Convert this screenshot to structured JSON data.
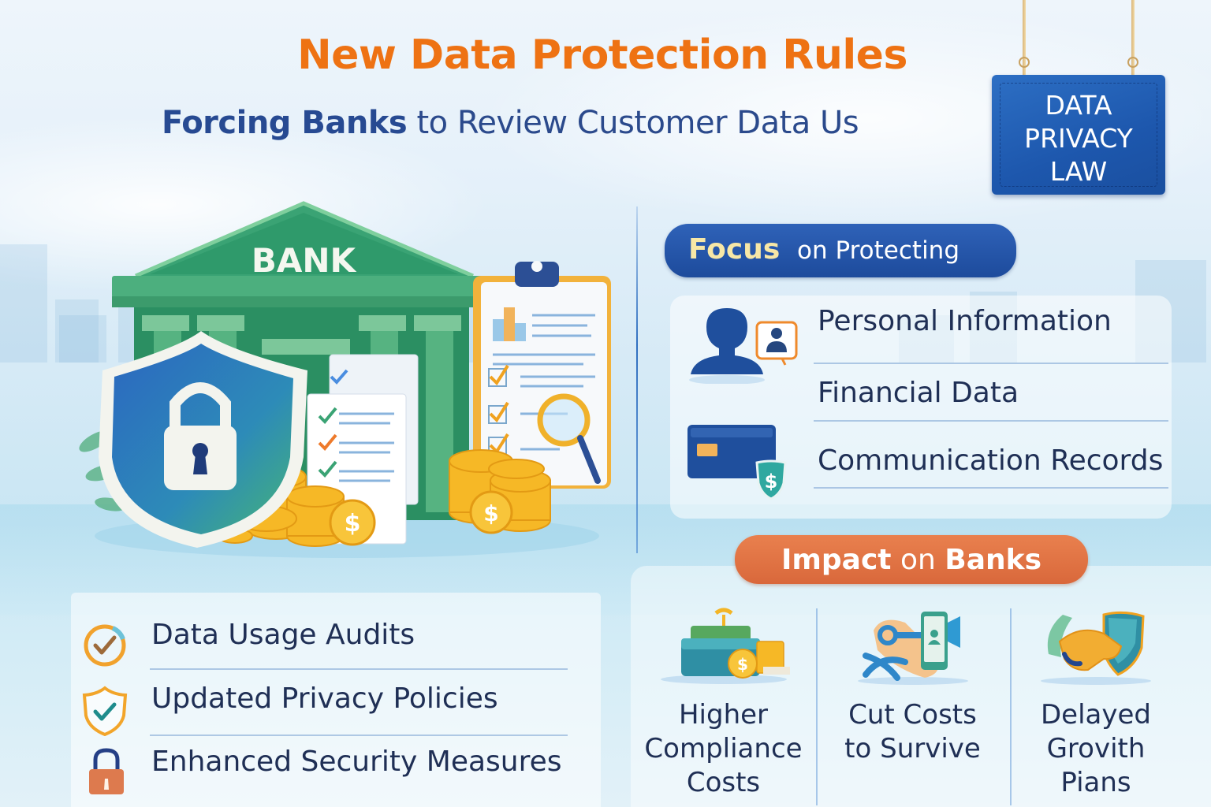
{
  "header": {
    "title": "New Data Protection Rules",
    "subtitle_bold": "Forcing Banks",
    "subtitle_rest": " to Review Customer Data Us"
  },
  "sign": {
    "lines": [
      "DATA",
      "PRIVACY",
      "LAW"
    ]
  },
  "illustration": {
    "bank_label": "BANK"
  },
  "focus": {
    "heading_bold": "Focus",
    "heading_rest": "on Protecting",
    "items": [
      {
        "label": "Personal Information",
        "icon": "person-profile-icon"
      },
      {
        "label": "Financial Data",
        "icon": ""
      },
      {
        "label": "Communication Records",
        "icon": "credit-card-shield-icon"
      }
    ]
  },
  "measures": {
    "items": [
      {
        "label": "Data Usage Audits",
        "icon": "check-circle-icon"
      },
      {
        "label": "Updated Privacy Policies",
        "icon": "shield-check-icon"
      },
      {
        "label": "Enhanced Security Measures",
        "icon": "padlock-icon"
      }
    ]
  },
  "impact": {
    "heading_bold_1": "Impact",
    "heading_mid": " on ",
    "heading_bold_2": "Banks",
    "items": [
      {
        "label": "Higher\nCompliance\nCosts",
        "icon": "wallet-coins-icon"
      },
      {
        "label": "Cut Costs\nto Survive",
        "icon": "scissors-phone-icon"
      },
      {
        "label": "Delayed\nGrovith\nPians",
        "icon": "handshake-shield-icon"
      }
    ]
  },
  "colors": {
    "title_orange": "#ee7213",
    "subtitle_blue": "#2b4a8c",
    "focus_pill": "#1d4b9c",
    "focus_bold_text": "#f7e7a6",
    "impact_pill": "#d9683b",
    "bank_green": "#2f9a6b",
    "sign_blue": "#1d57ad",
    "body_text": "#1f2f55"
  }
}
